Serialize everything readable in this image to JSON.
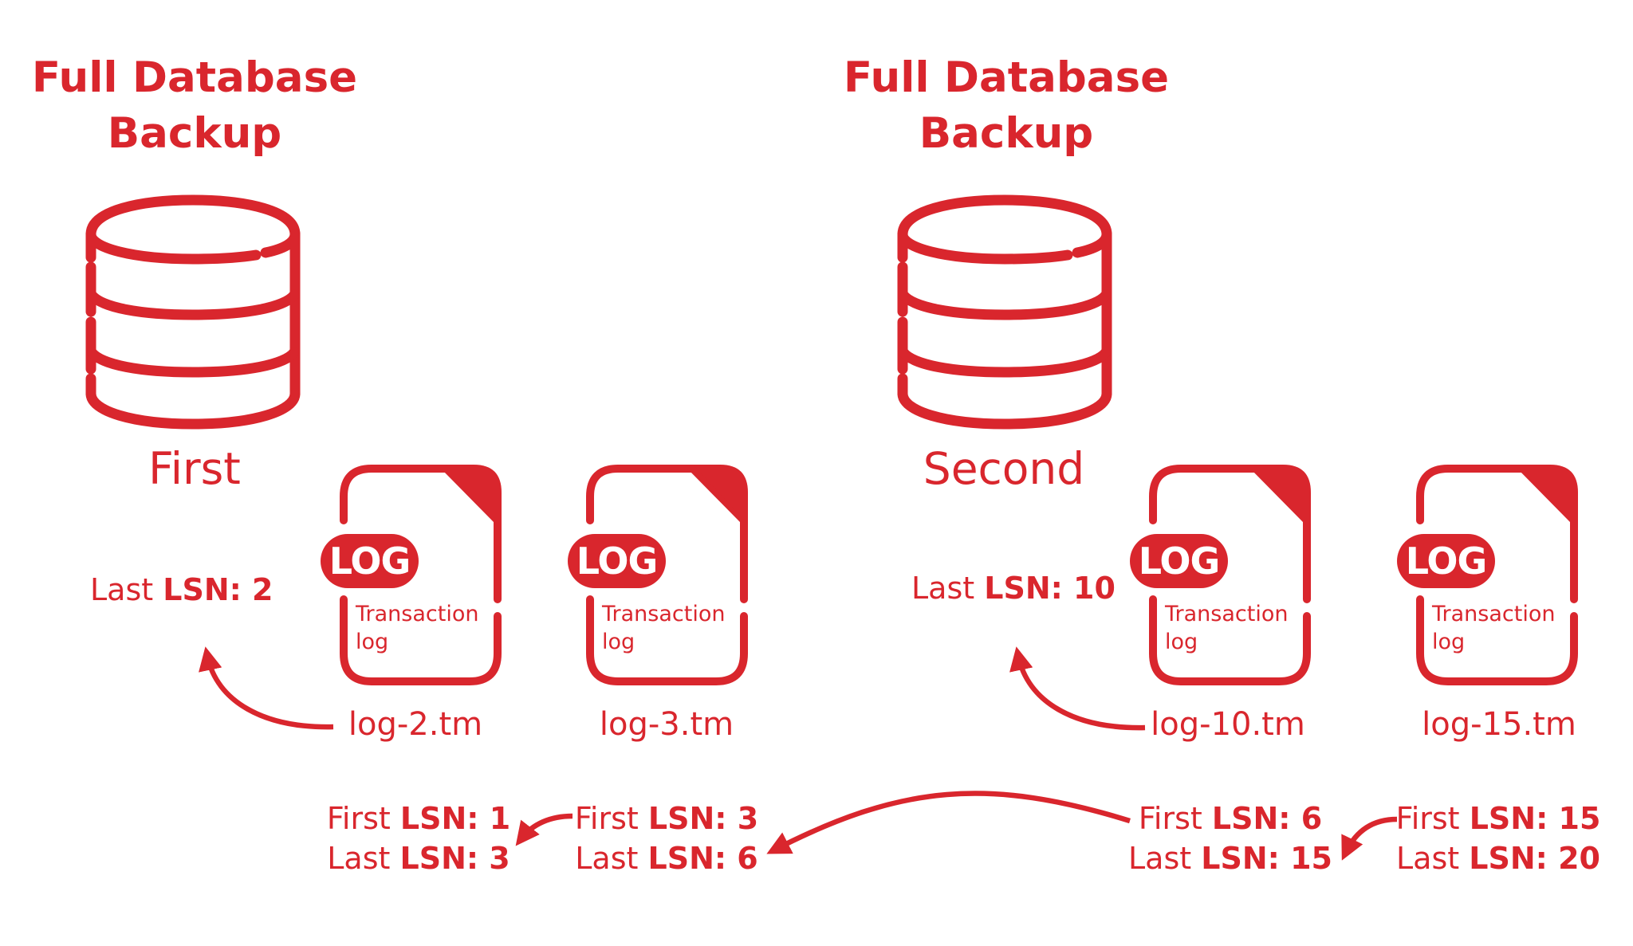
{
  "colors": {
    "accent": "#d9262d",
    "background": "#ffffff",
    "badge_text": "#ffffff"
  },
  "backups": [
    {
      "title_line1": "Full Database",
      "title_line2": "Backup",
      "name": "First",
      "icon": "database-icon",
      "last_lsn_label": "Last",
      "last_lsn_key": "LSN: 2"
    },
    {
      "title_line1": "Full Database",
      "title_line2": "Backup",
      "name": "Second",
      "icon": "database-icon",
      "last_lsn_label": "Last",
      "last_lsn_key": "LSN: 10"
    }
  ],
  "logs": [
    {
      "badge": "LOG",
      "desc_line1": "Transaction",
      "desc_line2": "log",
      "file_name": "log-2.tm",
      "icon": "log-file-icon",
      "first_lsn_label": "First",
      "first_lsn_value": "LSN: 1",
      "last_lsn_label": "Last",
      "last_lsn_value": "LSN: 3"
    },
    {
      "badge": "LOG",
      "desc_line1": "Transaction",
      "desc_line2": "log",
      "file_name": "log-3.tm",
      "icon": "log-file-icon",
      "first_lsn_label": "First",
      "first_lsn_value": "LSN: 3",
      "last_lsn_label": "Last",
      "last_lsn_value": "LSN: 6"
    },
    {
      "badge": "LOG",
      "desc_line1": "Transaction",
      "desc_line2": "log",
      "file_name": "log-10.tm",
      "icon": "log-file-icon",
      "first_lsn_label": "First",
      "first_lsn_value": "LSN: 6",
      "last_lsn_label": "Last",
      "last_lsn_value": "LSN: 15"
    },
    {
      "badge": "LOG",
      "desc_line1": "Transaction",
      "desc_line2": "log",
      "file_name": "log-15.tm",
      "icon": "log-file-icon",
      "first_lsn_label": "First",
      "first_lsn_value": "LSN: 15",
      "last_lsn_label": "Last",
      "last_lsn_value": "LSN: 20"
    }
  ],
  "arrows": [
    {
      "name": "arrow-log-2-to-first-backup",
      "from": "log-2.tm",
      "to": "First backup (Last LSN: 2)"
    },
    {
      "name": "arrow-log-10-to-second-backup",
      "from": "log-10.tm",
      "to": "Second backup (Last LSN: 10)"
    },
    {
      "name": "arrow-log-3-to-log-2",
      "from": "log-3.tm",
      "to": "log-2.tm"
    },
    {
      "name": "arrow-log-10-to-log-3",
      "from": "log-10.tm",
      "to": "log-3.tm"
    },
    {
      "name": "arrow-log-15-to-log-10",
      "from": "log-15.tm",
      "to": "log-10.tm"
    }
  ]
}
